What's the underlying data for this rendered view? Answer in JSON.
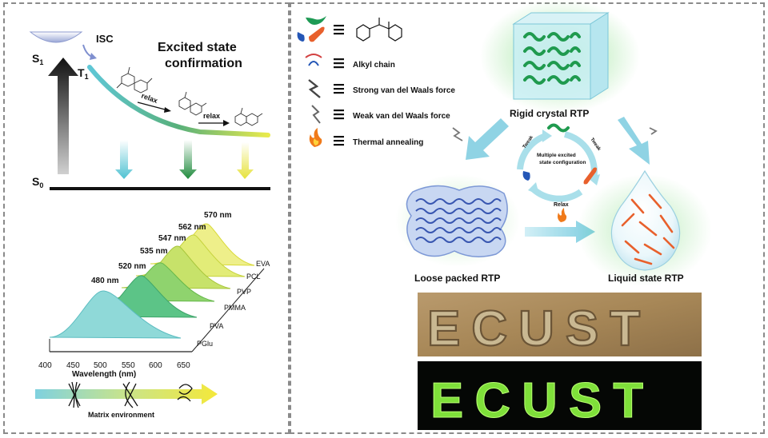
{
  "left_top": {
    "s1": "S",
    "s1_sub": "1",
    "t1": "T",
    "t1_sub": "1",
    "s0": "S",
    "s0_sub": "0",
    "isc": "ISC",
    "title_line1": "Excited state",
    "title_line2": "confirmation",
    "relax1": "relax",
    "relax2": "relax"
  },
  "left_bottom": {
    "peaks": [
      "480 nm",
      "520 nm",
      "535 nm",
      "547 nm",
      "562 nm",
      "570 nm"
    ],
    "matrices": [
      "PGlu",
      "PVA",
      "PMMA",
      "PVP",
      "PCL",
      "EVA"
    ],
    "x_ticks": [
      "400",
      "450",
      "500",
      "550",
      "600",
      "650"
    ],
    "x_label": "Wavelength (nm)",
    "env_label": "Matrix environment"
  },
  "legend": {
    "items": [
      "Alkyl chain",
      "Strong van del Waals force",
      "Weak van del Waals force",
      "Thermal annealing"
    ]
  },
  "diagram": {
    "rigid": "Rigid crystal RTP",
    "loose": "Loose packed RTP",
    "liquid": "Liquid state RTP",
    "center_line1": "Multiple excited",
    "center_line2": "state configuration",
    "tweak1": "Tweak",
    "tweak2": "Tweak",
    "relax": "Relax"
  },
  "photos": {
    "daylight_text": "ECUST",
    "glow_text": "ECUST"
  }
}
